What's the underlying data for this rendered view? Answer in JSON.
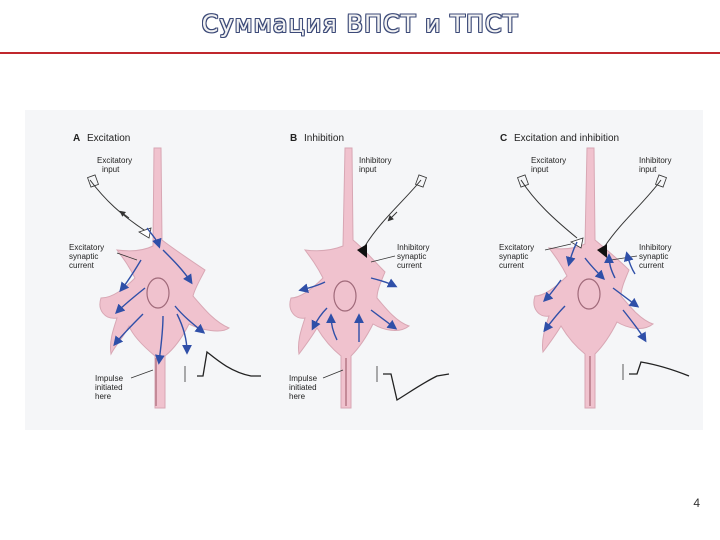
{
  "slide": {
    "title": "Суммация ВПСТ и ТПСТ",
    "page_number": "4",
    "colors": {
      "title_outline": "#3c4a78",
      "rule": "#c0272d",
      "cell": "#f0c2ce",
      "arrow": "#2f4fa8",
      "figure_bg": "#f5f6f8"
    }
  },
  "figure": {
    "panels": [
      {
        "letter": "A",
        "title": "Excitation",
        "labels": {
          "input": [
            "Excitatory",
            "input"
          ],
          "current": [
            "Excitatory",
            "synaptic",
            "current"
          ],
          "impulse": [
            "Impulse",
            "initiated",
            "here"
          ]
        }
      },
      {
        "letter": "B",
        "title": "Inhibition",
        "labels": {
          "input": [
            "Inhibitory",
            "input"
          ],
          "current": [
            "Inhibitory",
            "synaptic",
            "current"
          ],
          "impulse": [
            "Impulse",
            "initiated",
            "here"
          ]
        }
      },
      {
        "letter": "C",
        "title": "Excitation and inhibition",
        "labels": {
          "input_exc": [
            "Excitatory",
            "input"
          ],
          "input_inh": [
            "Inhibitory",
            "input"
          ],
          "current_exc": [
            "Excitatory",
            "synaptic",
            "current"
          ],
          "current_inh": [
            "Inhibitory",
            "synaptic",
            "current"
          ]
        }
      }
    ]
  }
}
